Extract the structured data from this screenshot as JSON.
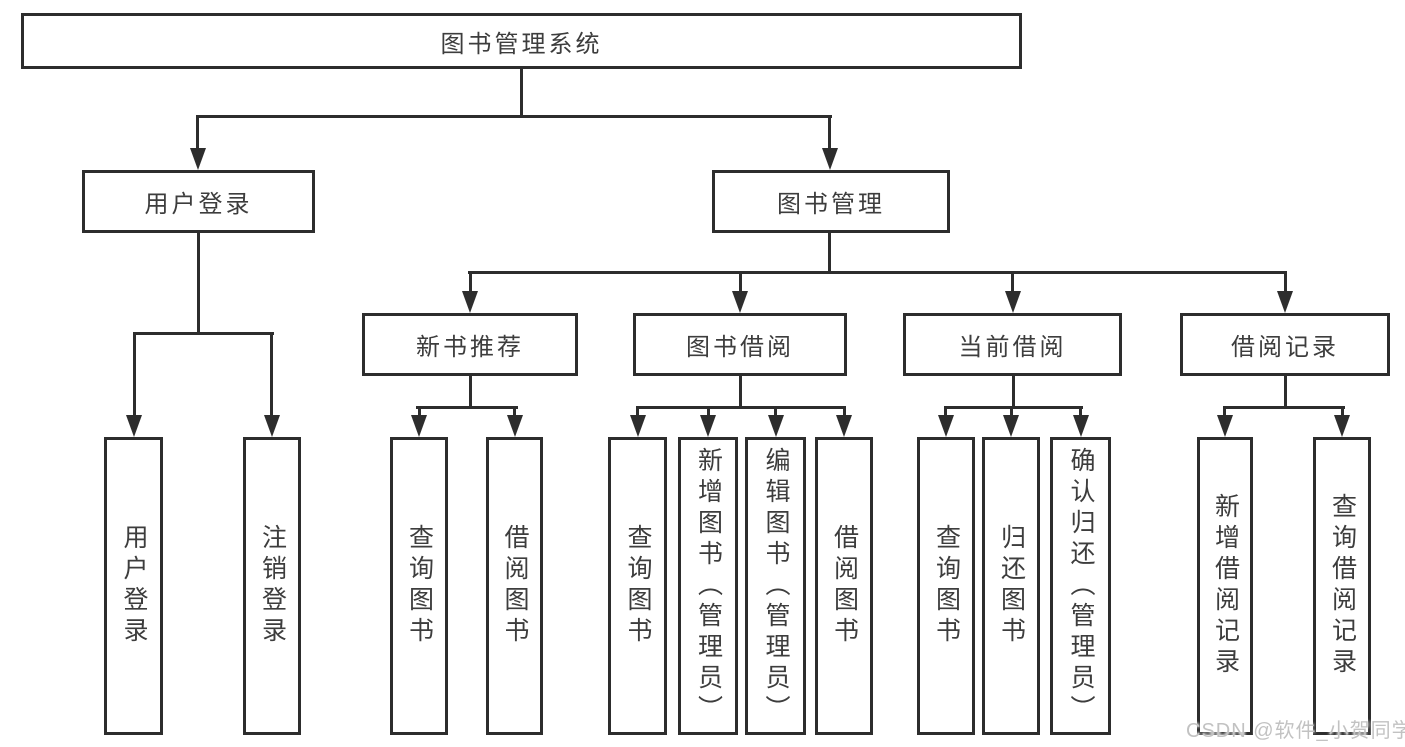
{
  "diagram_title": "图书管理系统",
  "colors": {
    "line": "#2d2d2d",
    "text": "#3d3d3d",
    "background": "#ffffff",
    "watermark_text": "#c2c2c2"
  },
  "nodes": {
    "root": {
      "label": "图书管理系统"
    },
    "userLogin": {
      "label": "用户登录"
    },
    "bookMgmt": {
      "label": "图书管理"
    },
    "login": {
      "label": "用户登录"
    },
    "logout": {
      "label": "注销登录"
    },
    "newBookRecommend": {
      "label": "新书推荐"
    },
    "bookBorrow": {
      "label": "图书借阅"
    },
    "currentBorrow": {
      "label": "当前借阅"
    },
    "borrowRecords": {
      "label": "借阅记录"
    },
    "nbQueryBooks": {
      "label": "查询图书"
    },
    "nbBorrowBooks": {
      "label": "借阅图书"
    },
    "bbQueryBooks": {
      "label": "查询图书"
    },
    "bbAddBooks": {
      "label": "新增图书（管理员）"
    },
    "bbEditBooks": {
      "label": "编辑图书（管理员）"
    },
    "bbBorrowBooks": {
      "label": "借阅图书"
    },
    "cbQueryBooks": {
      "label": "查询图书"
    },
    "cbReturnBooks": {
      "label": "归还图书"
    },
    "cbConfirmReturn": {
      "label": "确认归还（管理员）"
    },
    "brAddRecord": {
      "label": "新增借阅记录"
    },
    "brQueryRecord": {
      "label": "查询借阅记录"
    }
  },
  "hierarchy": {
    "label": "图书管理系统",
    "children": [
      {
        "label": "用户登录",
        "children": [
          {
            "label": "用户登录"
          },
          {
            "label": "注销登录"
          }
        ]
      },
      {
        "label": "图书管理",
        "children": [
          {
            "label": "新书推荐",
            "children": [
              {
                "label": "查询图书"
              },
              {
                "label": "借阅图书"
              }
            ]
          },
          {
            "label": "图书借阅",
            "children": [
              {
                "label": "查询图书"
              },
              {
                "label": "新增图书（管理员）"
              },
              {
                "label": "编辑图书（管理员）"
              },
              {
                "label": "借阅图书"
              }
            ]
          },
          {
            "label": "当前借阅",
            "children": [
              {
                "label": "查询图书"
              },
              {
                "label": "归还图书"
              },
              {
                "label": "确认归还（管理员）"
              }
            ]
          },
          {
            "label": "借阅记录",
            "children": [
              {
                "label": "新增借阅记录"
              },
              {
                "label": "查询借阅记录"
              }
            ]
          }
        ]
      }
    ]
  },
  "watermark": {
    "text": "CSDN @软件_小贺同学"
  }
}
